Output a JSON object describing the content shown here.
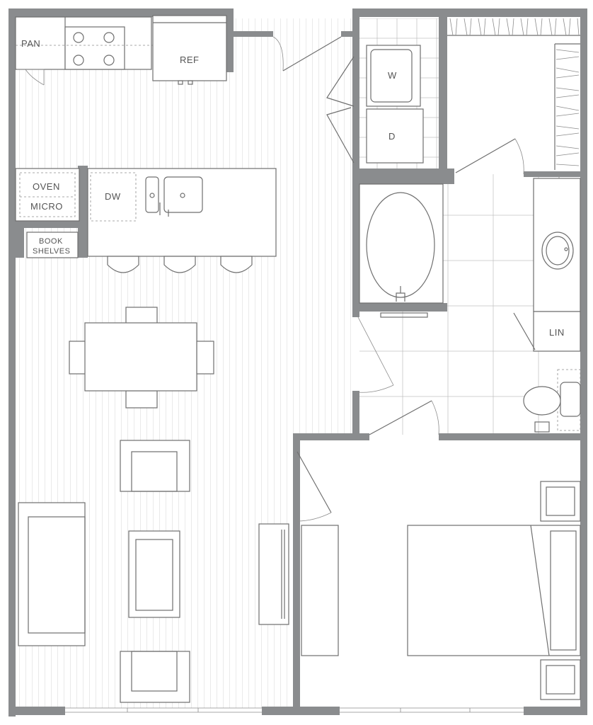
{
  "labels": {
    "pantry": "PAN",
    "refrigerator": "REF",
    "washer": "W",
    "dryer": "D",
    "oven": "OVEN",
    "microwave": "MICRO",
    "dishwasher": "DW",
    "book_shelves_line1": "BOOK",
    "book_shelves_line2": "SHELVES",
    "linen": "LIN"
  }
}
